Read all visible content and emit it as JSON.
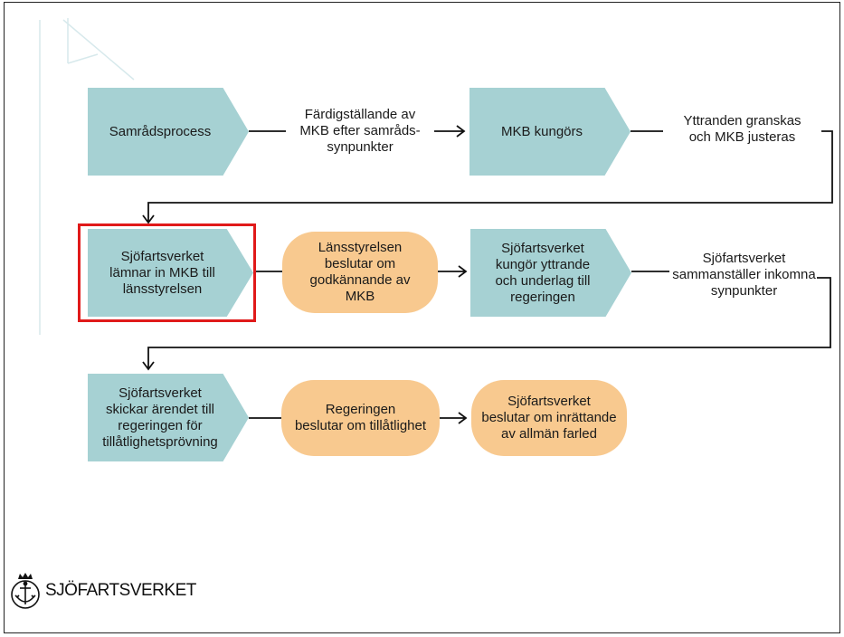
{
  "colors": {
    "process": "#a6d1d3",
    "decision": "#f8c98f",
    "line": "#111111",
    "highlight": "#e01a1a"
  },
  "row1": {
    "samradsprocess": "Samrådsprocess",
    "fardigstallande": "Färdigställande av\nMKB efter samråds-\nsynpunkter",
    "mkb_kungors": "MKB kungörs",
    "yttranden": "Yttranden granskas\noch MKB justeras"
  },
  "row2": {
    "lamnar_in": "Sjöfartsverket\nlämnar in MKB till\nlänsstyrelsen",
    "lansstyrelsen": "Länsstyrelsen\nbeslutar om\ngodkännande av\nMKB",
    "kungor_yttrande": "Sjöfartsverket\nkungör yttrande\noch underlag till\nregeringen",
    "sammanstaller": "Sjöfartsverket\nsammanställer inkomna\nsynpunkter"
  },
  "row3": {
    "skickar": "Sjöfartsverket\nskickar ärendet till\nregeringen för\ntillåtlighetsprövning",
    "regeringen": "Regeringen\nbeslutar om tillåtlighet",
    "inrattande": "Sjöfartsverket\nbeslutar om inrättande\nav allmän farled"
  },
  "logo": {
    "text": "SJÖFARTSVERKET",
    "icon": "crown-anchor-icon"
  }
}
